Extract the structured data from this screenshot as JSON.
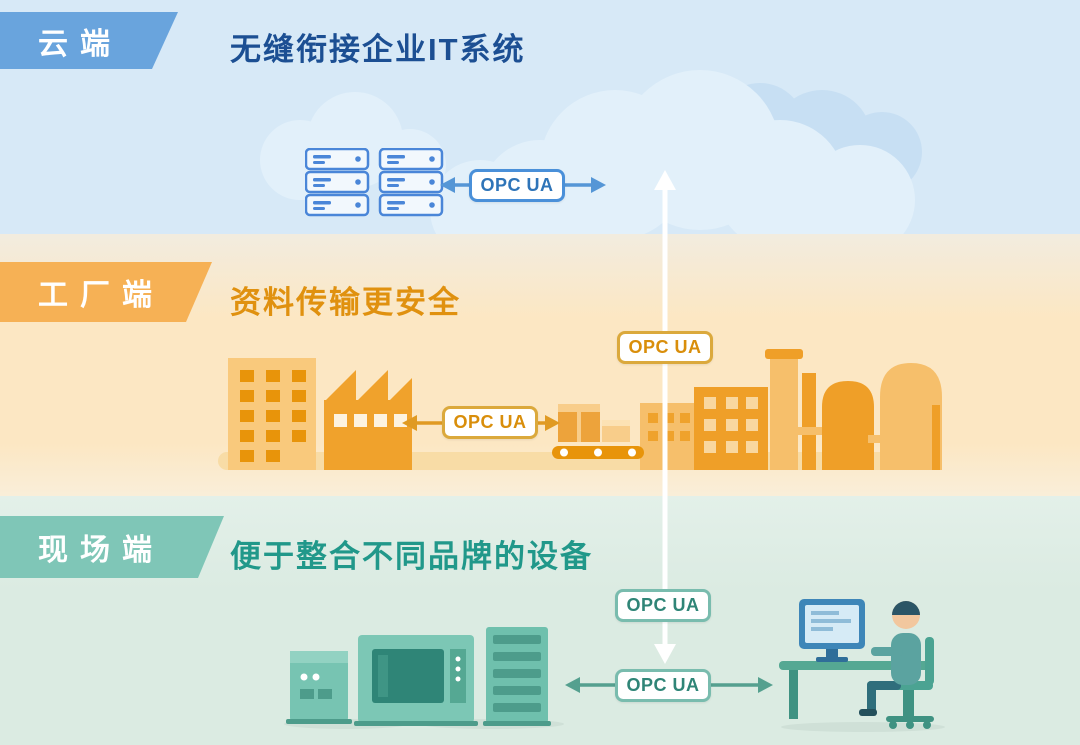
{
  "cloud": {
    "banner": "云端",
    "title": "无缝衔接企业IT系统",
    "opc_badge": "OPC UA"
  },
  "factory": {
    "banner": "工厂端",
    "title": "资料传输更安全",
    "opc_badge_horizontal": "OPC UA",
    "opc_badge_to_cloud": "OPC UA"
  },
  "field": {
    "banner": "现场端",
    "title": "便于整合不同品牌的设备",
    "opc_badge_to_factory": "OPC UA",
    "opc_badge_horizontal": "OPC UA"
  },
  "icons": {
    "cloud_section": [
      "cloud-icon",
      "server-rack-icon"
    ],
    "factory_section": [
      "office-building-icon",
      "factory-icon",
      "conveyor-boxes-icon",
      "industrial-skyline-icon"
    ],
    "field_section": [
      "control-cabinet-icon",
      "machine-icon",
      "plc-cabinet-icon",
      "operator-workstation-icon"
    ]
  },
  "colors": {
    "cloud_bg": "#d7e9f7",
    "cloud_banner": "#69a4dd",
    "cloud_title": "#1c4f93",
    "cloud_arrow": "#5596d6",
    "cloud_badge_border": "#4a90d9",
    "cloud_badge_text": "#2e74b8",
    "factory_bg": "#fce7c3",
    "factory_banner": "#f6b155",
    "factory_title": "#e0910f",
    "factory_arrow": "#e09a22",
    "factory_badge_border": "#dba93c",
    "factory_badge_text": "#d98e0b",
    "field_bg": "#dbebe2",
    "field_banner": "#7fc6b7",
    "field_title": "#21988a",
    "field_arrow": "#55a08f",
    "field_badge_border": "#79bcae",
    "field_badge_text": "#2f8577",
    "vertical_arrow": "#ffffff"
  }
}
